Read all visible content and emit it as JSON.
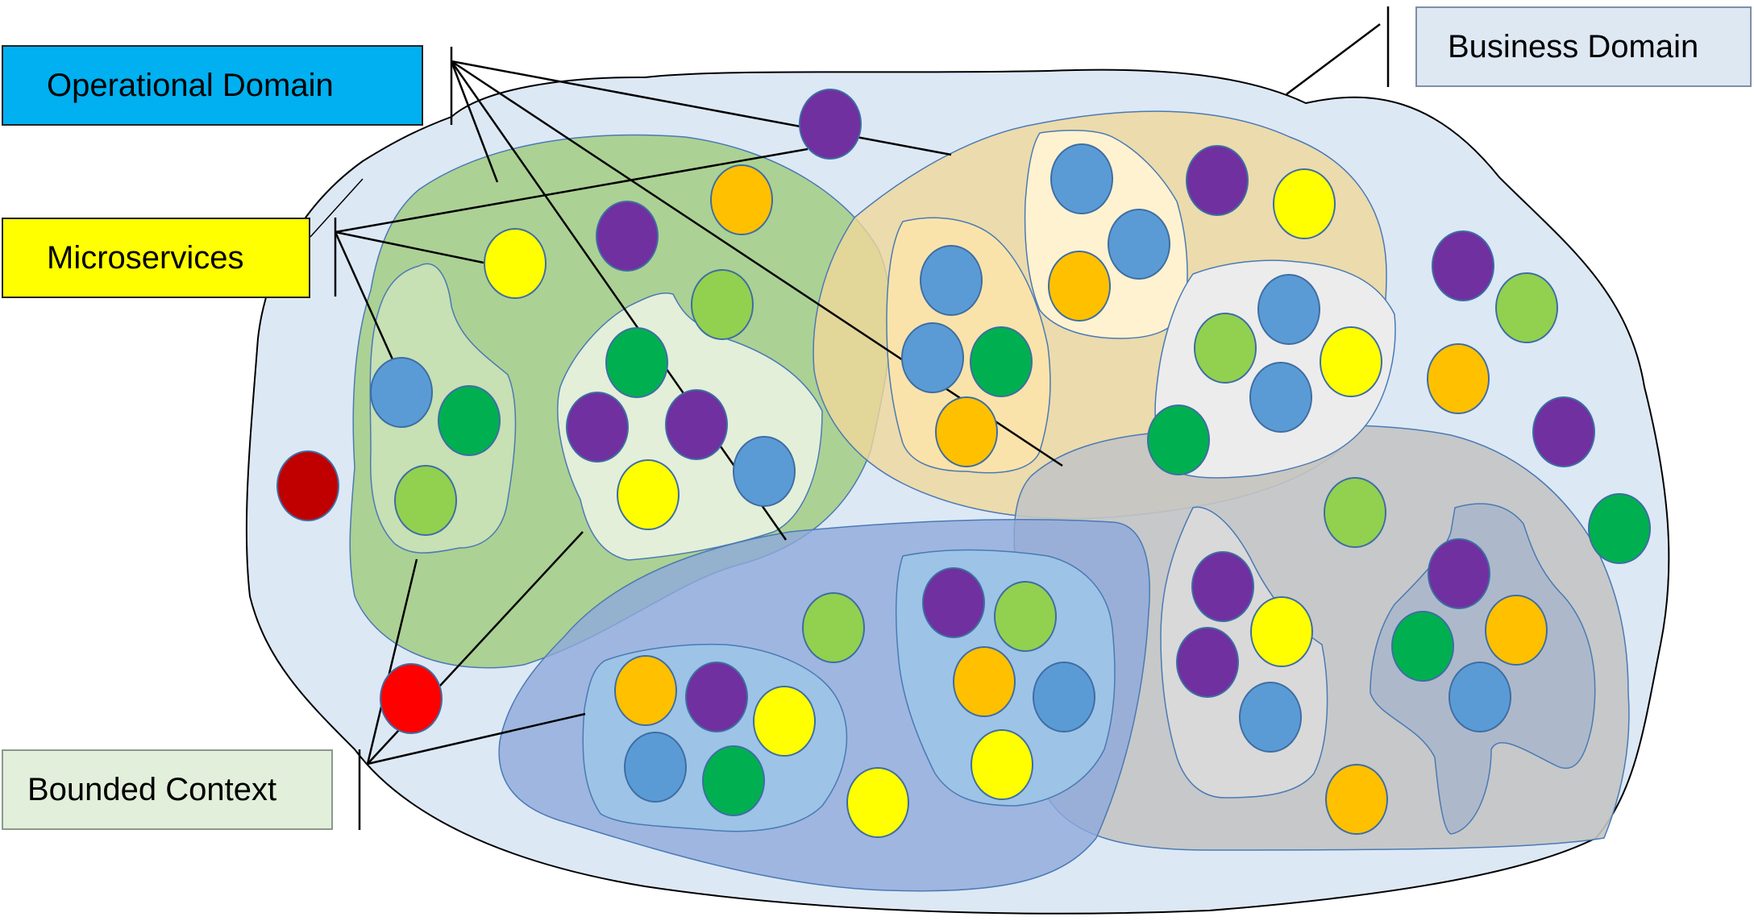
{
  "labels": {
    "operational_domain": "Operational Domain",
    "microservices": "Microservices",
    "bounded_context": "Bounded Context",
    "business_domain": "Business Domain"
  },
  "colors": {
    "operational_domain_box": "#00b0f0",
    "microservices_box": "#ffff00",
    "bounded_context_box": "#e2efda",
    "business_domain_box": "#dde8f3",
    "business_domain_area": "#dde8f5",
    "domain_green": "#a9d08e",
    "domain_tan": "#f2dea6",
    "domain_blue": "#8ea9db",
    "domain_gray": "#c9c9c9",
    "ms_blue": "#5b9bd5",
    "ms_green": "#00b050",
    "ms_lightgreen": "#92d050",
    "ms_purple": "#7030a0",
    "ms_orange": "#ffc000",
    "ms_yellow": "#ffff00",
    "ms_darkred": "#c00000",
    "ms_red": "#ff0000"
  }
}
